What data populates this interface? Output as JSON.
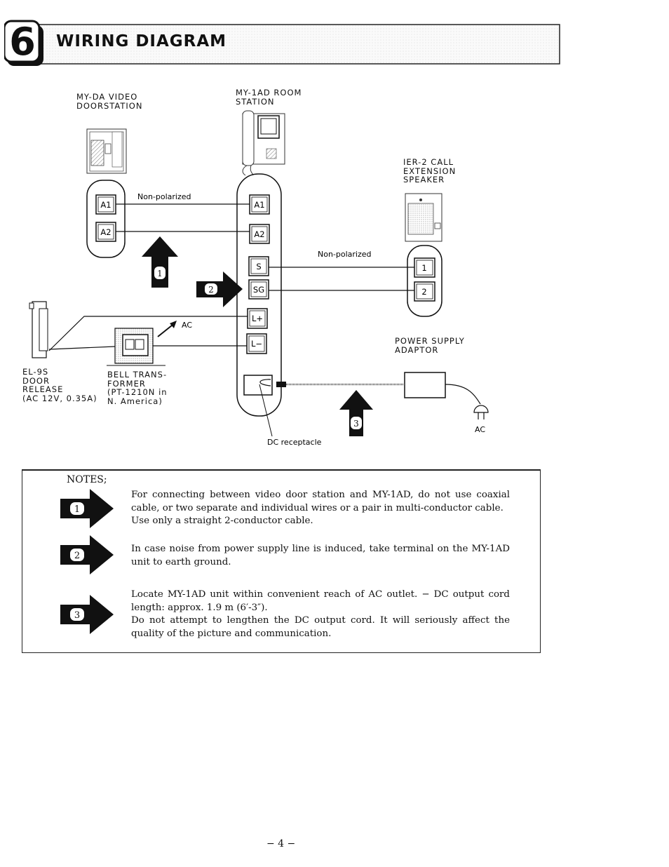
{
  "header": {
    "section_number": "6",
    "title": "WIRING DIAGRAM"
  },
  "diagram": {
    "doorstation_label": "MY-DA VIDEO\nDOORSTATION",
    "room_station_label": "MY-1AD ROOM\nSTATION",
    "speaker_label": "IER-2 CALL\nEXTENSION\nSPEAKER",
    "power_label": "POWER SUPPLY\nADAPTOR",
    "door_release_label": "EL-9S\nDOOR\nRELEASE\n(AC 12V, 0.35A)",
    "transformer_label": "BELL TRANS-\nFORMER\n(PT-1210N in\nN. America)",
    "non_polarized_top": "Non-polarized",
    "non_polarized_right": "Non-polarized",
    "ac_label_left": "AC",
    "ac_label_right": "AC",
    "dc_receptacle": "DC receptacle",
    "terminals": {
      "door_a1": "A1",
      "door_a2": "A2",
      "room_a1": "A1",
      "room_a2": "A2",
      "room_s": "S",
      "room_sg": "SG",
      "room_lplus": "L+",
      "room_lminus": "L−",
      "spk_1": "1",
      "spk_2": "2"
    },
    "markers": [
      "1",
      "2",
      "3"
    ]
  },
  "notes": {
    "title": "NOTES;",
    "items": [
      {
        "number": "1",
        "text": "For connecting between video door station and MY-1AD, do not use coaxial cable, or two separate and individual wires or a pair in multi-conductor cable.\nUse only a straight 2-conductor cable."
      },
      {
        "number": "2",
        "text": "In case noise from power supply line is induced, take terminal on the MY-1AD unit to earth ground."
      },
      {
        "number": "3",
        "text": "Locate MY-1AD unit within convenient reach of AC outlet. − DC output cord length: approx. 1.9 m (6′-3″).\nDo not attempt to lengthen the DC output cord.  It will seriously affect the quality of the picture and communication."
      }
    ]
  },
  "footer": {
    "page_number": "− 4 −"
  }
}
